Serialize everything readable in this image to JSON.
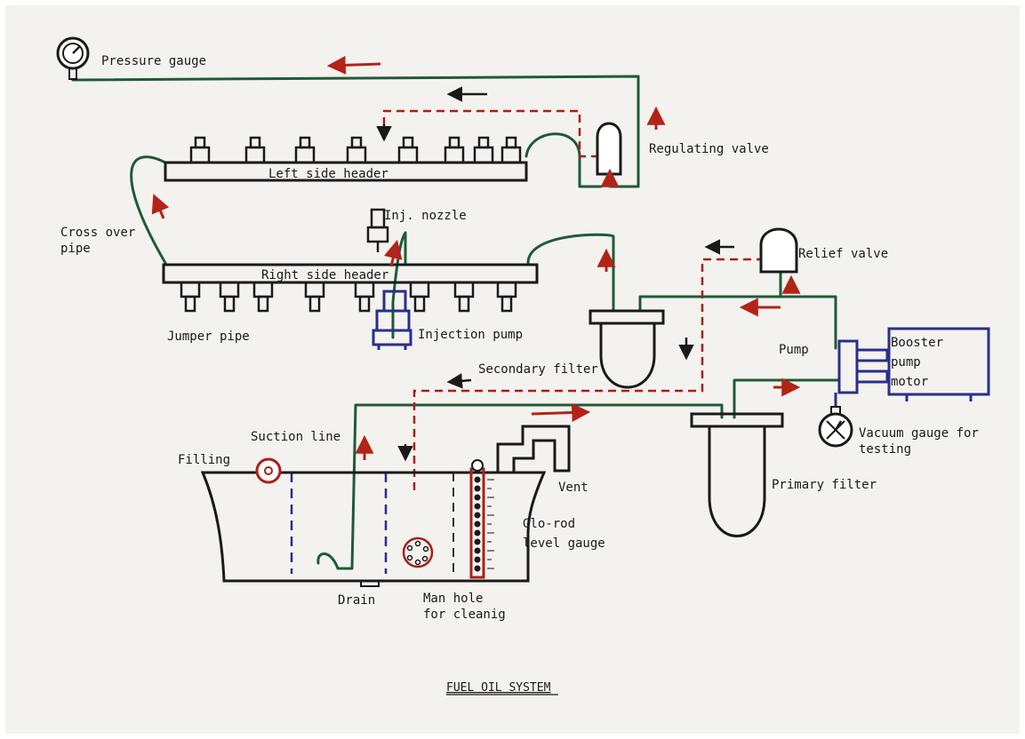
{
  "diagram": {
    "title": "FUEL OIL SYSTEM",
    "labels": {
      "pressure_gauge": "Pressure gauge",
      "regulating_valve": "Regulating valve",
      "left_header": "Left side header",
      "right_header": "Right side header",
      "cross_over_1": "Cross over",
      "cross_over_2": "pipe",
      "inj_nozzle": "Inj. nozzle",
      "relief_valve": "Relief valve",
      "jumper_pipe": "Jumper pipe",
      "injection_pump": "Injection pump",
      "pump": "Pump",
      "booster_1": "Booster",
      "booster_2": "pump",
      "booster_3": "motor",
      "secondary_filter": "Secondary filter",
      "suction_line": "Suction line",
      "filling": "Filling",
      "vent": "Vent",
      "vacuum_1": "Vacuum gauge for",
      "vacuum_2": "testing",
      "glorod_1": "Glo-rod",
      "glorod_2": "level gauge",
      "primary_filter": "Primary filter",
      "drain": "Drain",
      "manhole_1": "Man hole",
      "manhole_2": "for cleanig"
    },
    "colors": {
      "supply_line": "#1f5a3a",
      "return_line": "#a8201a",
      "flow_arrow": "#b32318",
      "outline": "#1a1a1a",
      "pump_ink": "#2a2f8a",
      "paper": "#f3f2ee"
    }
  }
}
